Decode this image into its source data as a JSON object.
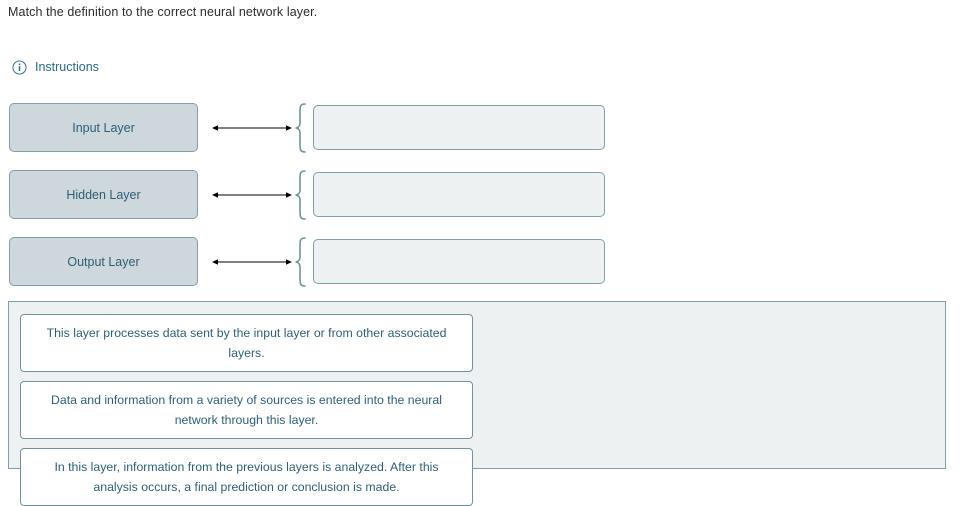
{
  "prompt": "Match the definition to the correct neural network layer.",
  "instructions": {
    "label": "Instructions",
    "icon": "info-circle-icon",
    "color": "#2b6b86"
  },
  "colors": {
    "term_fill": "#ced7db",
    "term_border": "#7fa0ab",
    "term_text": "#2f5f75",
    "dropzone_fill": "#eef1f2",
    "dropzone_border": "#7fa0ab",
    "bank_fill": "#eef1f2",
    "card_fill": "#ffffff",
    "card_border": "#6e949f",
    "card_text": "#2f5f75",
    "arrow": "#000000",
    "brace": "#6e949f"
  },
  "match_rows": [
    {
      "term": "Input Layer",
      "dropzone_value": "",
      "arrow_icon": "double-arrow-icon",
      "brace_icon": "curly-brace-icon"
    },
    {
      "term": "Hidden Layer",
      "dropzone_value": "",
      "arrow_icon": "double-arrow-icon",
      "brace_icon": "curly-brace-icon"
    },
    {
      "term": "Output Layer",
      "dropzone_value": "",
      "arrow_icon": "double-arrow-icon",
      "brace_icon": "curly-brace-icon"
    }
  ],
  "answer_bank": {
    "cards": [
      "This layer processes data sent by the input layer or from other associated layers.",
      "Data and information from a variety of sources is entered into the neural network through this layer.",
      "In this layer, information from the previous layers is analyzed. After this analysis occurs, a final prediction or conclusion is made."
    ]
  }
}
